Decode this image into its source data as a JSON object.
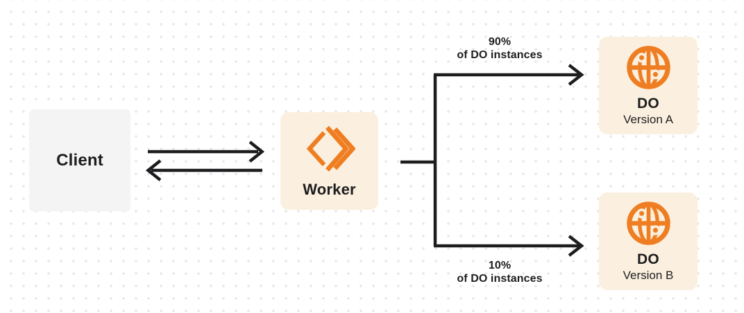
{
  "diagram": {
    "nodes": {
      "client": {
        "label": "Client"
      },
      "worker": {
        "label": "Worker",
        "icon": "cloudflare-workers-icon"
      },
      "do_version_a": {
        "title": "DO",
        "subtitle": "Version A",
        "icon": "globe-icon"
      },
      "do_version_b": {
        "title": "DO",
        "subtitle": "Version B",
        "icon": "globe-icon"
      }
    },
    "edges": {
      "client_worker": {
        "direction": "bidirectional"
      },
      "split": {
        "top": {
          "percent": "90%",
          "caption": "of DO instances"
        },
        "bottom": {
          "percent": "10%",
          "caption": "of DO instances"
        }
      }
    }
  },
  "colors": {
    "accent_orange": "#ef7e22",
    "box_cream": "#fbf0df",
    "box_gray": "#f4f4f5",
    "ink": "#1d1d1f",
    "dot_grid": "#e6e6e8",
    "background": "#ffffff"
  }
}
